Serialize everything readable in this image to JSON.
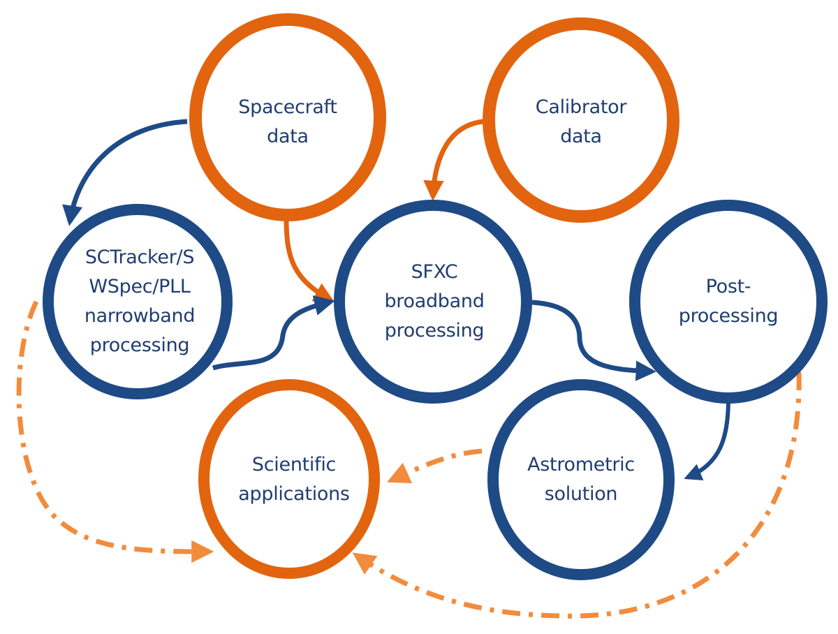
{
  "colors": {
    "orange": "#e2640f",
    "blue": "#1e4a86",
    "dash_orange": "#f28b3c",
    "text": "#1f3d6e"
  },
  "nodes": [
    {
      "id": "spacecraft-data",
      "color": "orange",
      "lines": [
        "Spacecraft",
        "data"
      ]
    },
    {
      "id": "calibrator-data",
      "color": "orange",
      "lines": [
        "Calibrator",
        "data"
      ]
    },
    {
      "id": "narrowband-processing",
      "color": "blue",
      "lines": [
        "SCTracker/S",
        "WSpec/PLL",
        "narrowband",
        "processing"
      ]
    },
    {
      "id": "sfxc-broadband-processing",
      "color": "blue",
      "lines": [
        "SFXC",
        "broadband",
        "processing"
      ]
    },
    {
      "id": "post-processing",
      "color": "blue",
      "lines": [
        "Post-",
        "processing"
      ]
    },
    {
      "id": "scientific-applications",
      "color": "orange",
      "lines": [
        "Scientific",
        "applications"
      ]
    },
    {
      "id": "astrometric-solution",
      "color": "blue",
      "lines": [
        "Astrometric",
        "solution"
      ]
    }
  ],
  "edges": [
    {
      "from": "spacecraft-data",
      "to": "narrowband-processing",
      "style": "solid",
      "color": "blue"
    },
    {
      "from": "spacecraft-data",
      "to": "sfxc-broadband-processing",
      "style": "solid",
      "color": "orange"
    },
    {
      "from": "calibrator-data",
      "to": "sfxc-broadband-processing",
      "style": "solid",
      "color": "orange"
    },
    {
      "from": "narrowband-processing",
      "to": "sfxc-broadband-processing",
      "style": "solid",
      "color": "blue"
    },
    {
      "from": "sfxc-broadband-processing",
      "to": "post-processing",
      "style": "solid",
      "color": "blue"
    },
    {
      "from": "post-processing",
      "to": "astrometric-solution",
      "style": "solid",
      "color": "blue"
    },
    {
      "from": "astrometric-solution",
      "to": "scientific-applications",
      "style": "dash-dot",
      "color": "dash_orange"
    },
    {
      "from": "narrowband-processing",
      "to": "scientific-applications",
      "style": "dash-dot",
      "color": "dash_orange"
    },
    {
      "from": "post-processing",
      "to": "scientific-applications",
      "style": "dash-dot",
      "color": "dash_orange"
    }
  ]
}
